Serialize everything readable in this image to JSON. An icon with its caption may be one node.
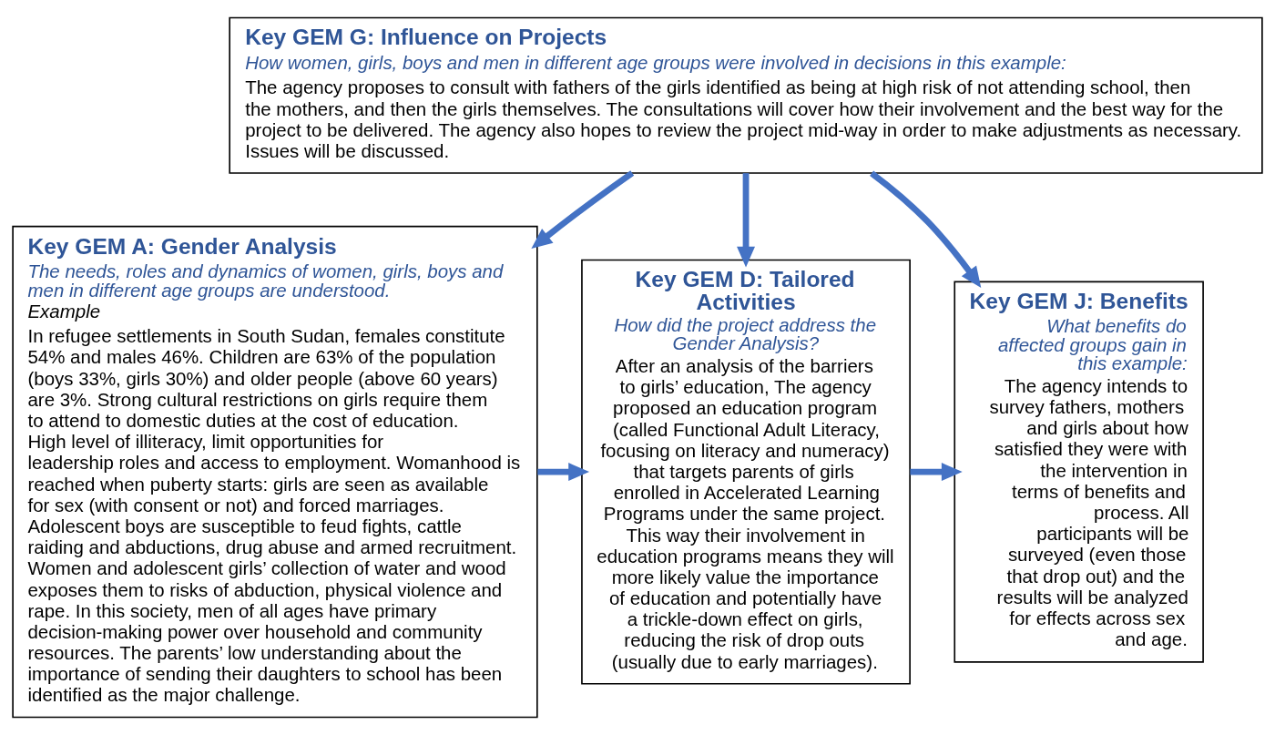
{
  "diagram": {
    "nodes": [
      {
        "text": [
          "Key GEM G: Influence on Projects",
          "How women, girls, boys and men in different age groups were involved in decisions in this example:",
          "The agency proposes to consult with fathers of the girls identified as being at high risk of not attending school, then the mothers, and then the girls themselves. The consultations will cover how their involvement and the best way for the project to be delivered. The agency also hopes to review the project mid-way in order to make adjustments as necessary. Issues will be discussed."
        ]
      },
      {
        "text": [
          "Key GEM A: Gender Analysis",
          "The needs, roles and dynamics of women, girls, boys and men in different age groups are understood.",
          "Example",
          "In refugee settlements in South Sudan, females constitute 54% and males 46%. Children are 63% of the population (boys 33%, girls 30%) and older people (above 60 years) are 3%. Strong cultural restrictions on girls require them to attend to domestic duties at the cost of education. High level of illiteracy, limit opportunities for leadership roles and access to employment. Womanhood is reached when puberty starts: girls are seen as available for sex (with consent or not) and forced marriages. Adolescent boys are susceptible to feud fights, cattle raiding and abductions, drug abuse and armed recruitment. Women and adolescent girls’ collection of water and wood exposes them to risks of abduction, physical violence and rape. In this society, men of all ages have primary decision-making power over household and community resources. The parents’ low understanding about the importance of sending their daughters to school has been identified as the major challenge."
        ]
      },
      {
        "text": [
          "Key GEM D: Tailored Activities",
          "How did the project address the Gender Analysis?",
          "After an analysis of the barriers to girls’ education, The agency proposed an education program (called Functional Adult Literacy, focusing on literacy and numeracy) that targets parents of girls enrolled in Accelerated Learning Programs under the same project. This way their involvement in education programs means they will more likely value the importance of education and potentially have a trickle-down effect on girls, reducing the risk of drop outs (usually due to early marriages)."
        ]
      },
      {
        "text": [
          "Key GEM J: Benefits",
          "What benefits do affected groups gain in this example:",
          "The agency intends to survey fathers, mothers and girls about how satisfied they were with the intervention in terms of benefits and process. All participants will be surveyed (even those that drop out) and the results will be analyzed for effects across sex and age."
        ]
      }
    ],
    "edges": [
      {
        "from": 0,
        "to": 1,
        "arrow": "to"
      },
      {
        "from": 0,
        "to": 2,
        "arrow": "to"
      },
      {
        "from": 0,
        "to": 3,
        "arrow": "to"
      },
      {
        "from": 1,
        "to": 2,
        "arrow": "to"
      },
      {
        "from": 2,
        "to": 3,
        "arrow": "to"
      }
    ]
  }
}
